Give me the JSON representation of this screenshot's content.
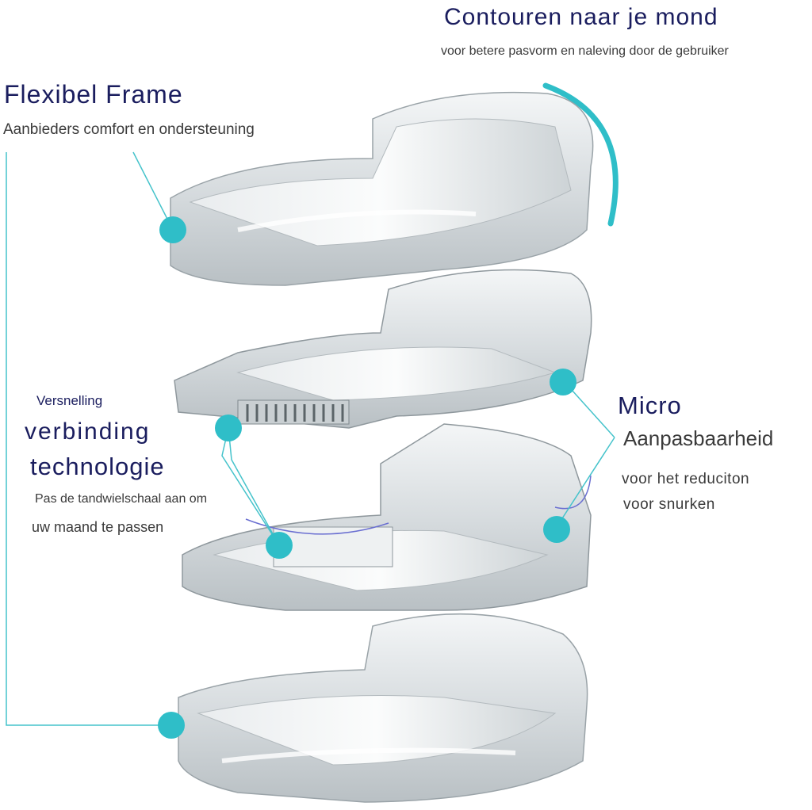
{
  "callouts": {
    "contours": {
      "title": "Contouren naar je mond",
      "subtitle": "voor betere pasvorm en naleving door de gebruiker"
    },
    "frame": {
      "title": "Flexibel Frame",
      "subtitle": "Aanbieders comfort en ondersteuning"
    },
    "gear": {
      "kicker": "Versnelling",
      "title_line1": "verbinding",
      "title_line2": "technologie",
      "desc_line1": "Pas de tandwielschaal aan om",
      "desc_line2": "uw maand te passen"
    },
    "micro": {
      "title_line1": "Micro",
      "title_line2": "Aanpasbaarheid",
      "desc_line1": "voor het reduciton",
      "desc_line2": "voor snurken"
    }
  },
  "colors": {
    "accent": "#2fbec8",
    "heading": "#1a1d5e"
  }
}
